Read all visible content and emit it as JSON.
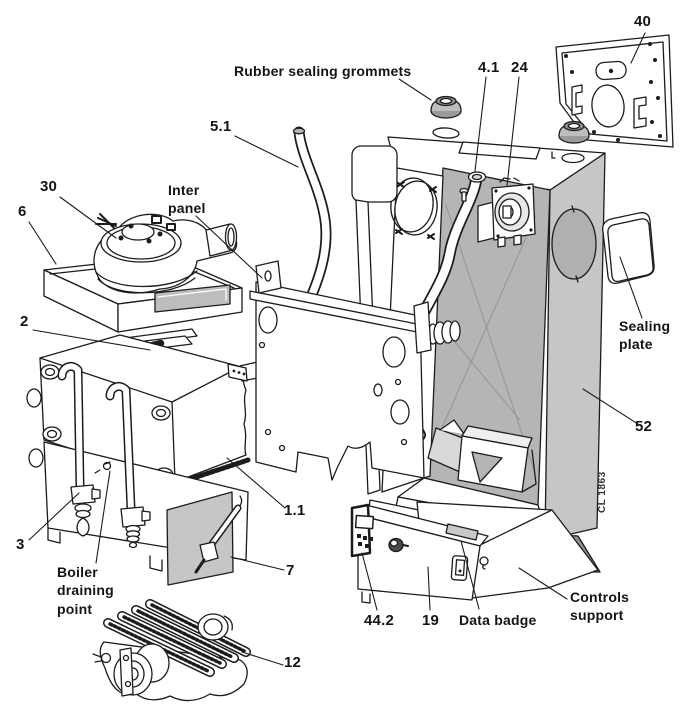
{
  "figure": {
    "type": "exploded-parts-diagram",
    "subject": "boiler assembly exploded view"
  },
  "labels": {
    "p40": "40",
    "rubber_sealing_grommets": "Rubber sealing grommets",
    "p4_1": "4.1",
    "p24": "24",
    "p5_1": "5.1",
    "p30": "30",
    "p6": "6",
    "inter_panel": "Inter\npanel",
    "p2": "2",
    "sealing_plate": "Sealing\nplate",
    "p52": "52",
    "p1_1": "1.1",
    "p3": "3",
    "boiler_draining_point": "Boiler\ndraining\npoint",
    "p7": "7",
    "p12": "12",
    "p44_2": "44.2",
    "p19": "19",
    "data_badge": "Data badge",
    "controls_support": "Controls\nsupport",
    "drawing_ref": "CL 1863"
  },
  "colors": {
    "line": "#1c1c1c",
    "panel_gray": "#b5b5b5",
    "side_gray": "#c6c6c6",
    "dark_gray": "#8e8e8e",
    "light_gray": "#d9d9d9",
    "background": "#ffffff"
  }
}
